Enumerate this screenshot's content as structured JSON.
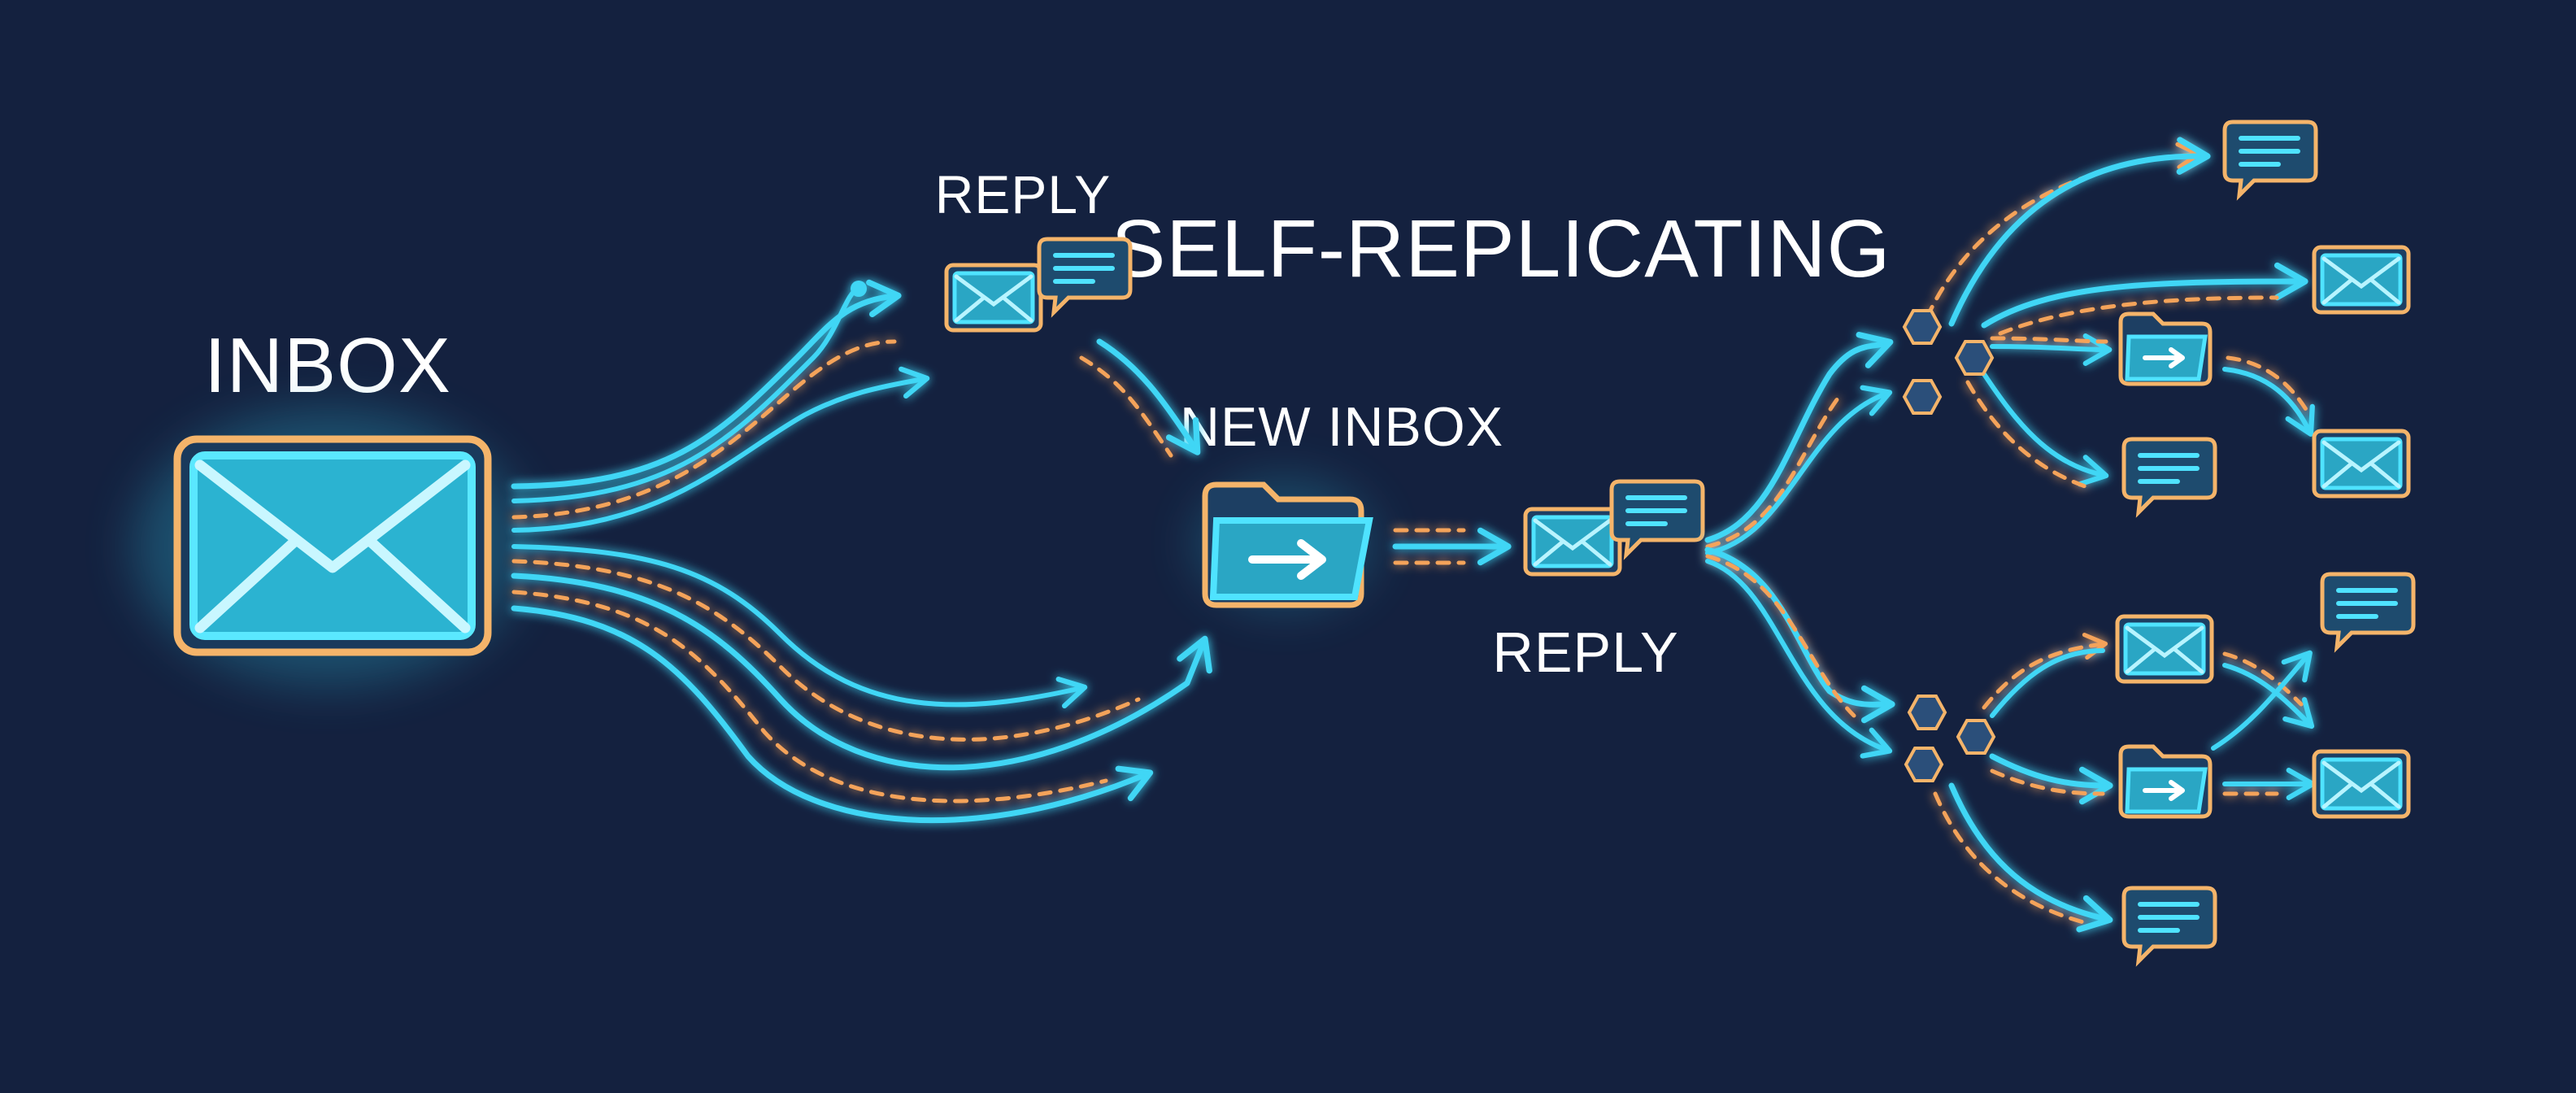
{
  "labels": {
    "inbox": "INBOX",
    "reply_top": "REPLY",
    "self_replicating": "SELF-REPLICATING",
    "new_inbox": "NEW INBOX",
    "reply_center": "REPLY"
  },
  "colors": {
    "background": "#14213f",
    "cyan": "#3fd6f5",
    "orange": "#f4b46a"
  },
  "icons": [
    "envelope-icon",
    "envelope-with-chat-icon",
    "folder-arrow-icon",
    "chat-bubble-icon",
    "hexagon-node-icon",
    "arrow-icon"
  ]
}
